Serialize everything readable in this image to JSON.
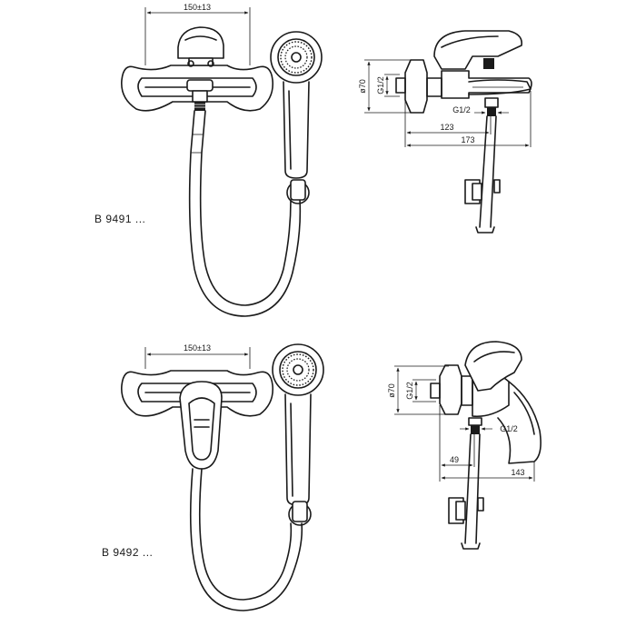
{
  "models": [
    {
      "code": "B 9491 ...",
      "dims": {
        "center_distance": "150±13",
        "diameter": "ø70",
        "thread": "G1/2",
        "depth_inner": "123",
        "depth_outer": "173"
      }
    },
    {
      "code": "B 9492 ...",
      "dims": {
        "center_distance": "150±13",
        "diameter": "ø70",
        "thread": "G1/2",
        "depth_inner": "49",
        "depth_outer": "143"
      }
    }
  ]
}
